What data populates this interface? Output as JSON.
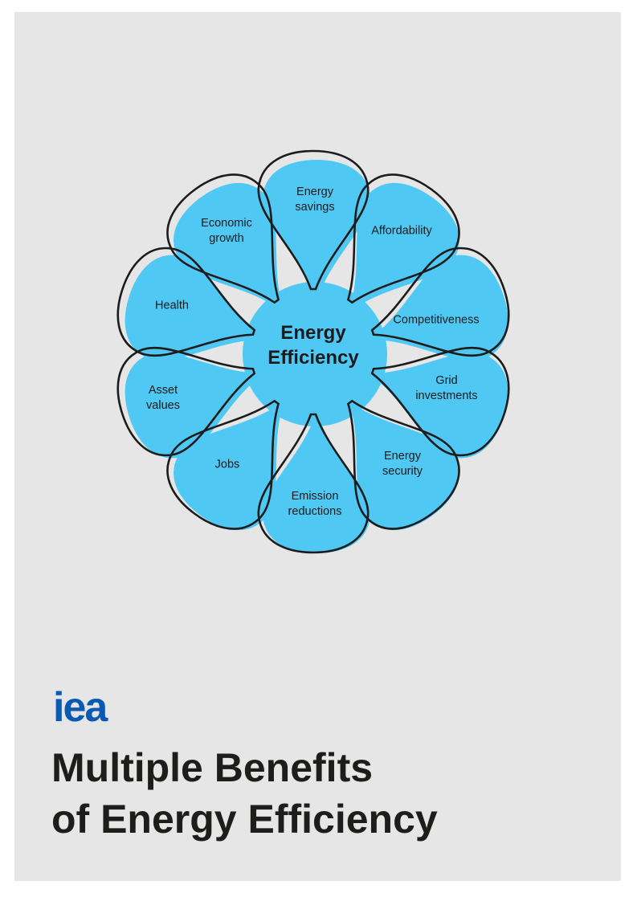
{
  "colors": {
    "petal": "#4fc8f4",
    "outline": "#1c1c1c",
    "logo": "#0a5ab4"
  },
  "diagram": {
    "center": "Energy\nEfficiency",
    "petals": [
      "Energy\nsavings",
      "Affordability",
      "Competitiveness",
      "Grid\ninvestments",
      "Energy\nsecurity",
      "Emission\nreductions",
      "Jobs",
      "Asset\nvalues",
      "Health",
      "Economic\ngrowth"
    ]
  },
  "logo": "iea",
  "title": {
    "line1": "Multiple Benefits",
    "line2": "of Energy Efficiency"
  }
}
